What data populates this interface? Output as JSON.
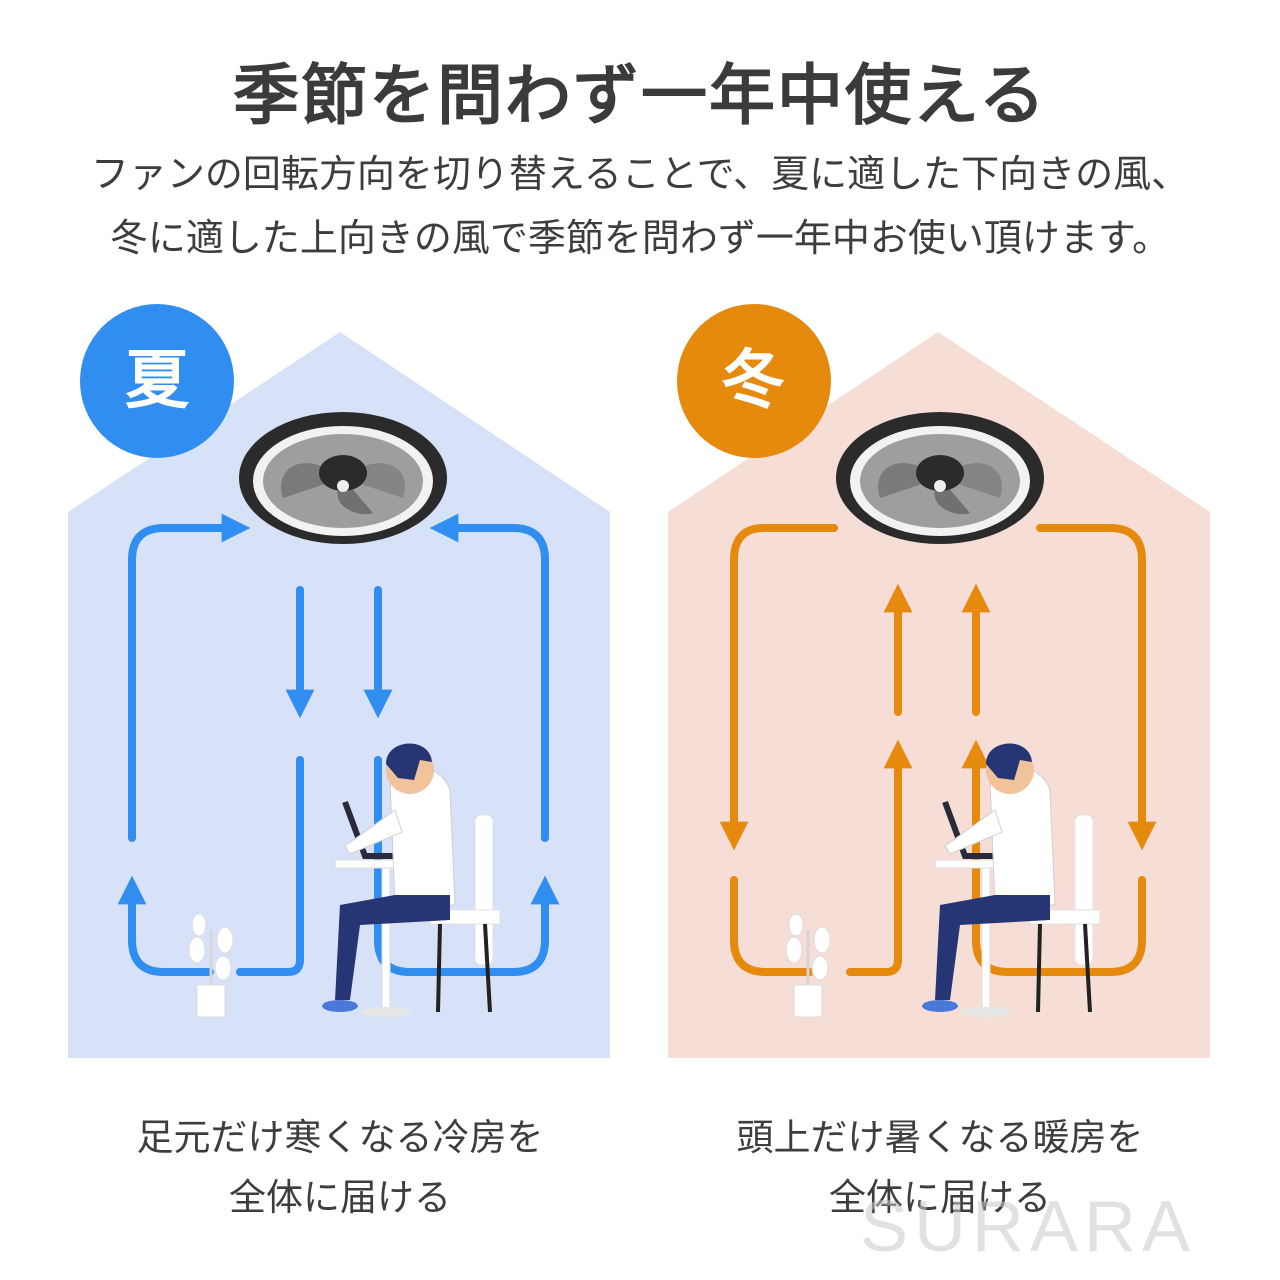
{
  "header": {
    "title": "季節を問わず一年中使える",
    "subtitle_lines": [
      "ファンの回転方向を切り替えることで、夏に適した下向きの風、",
      "冬に適した上向きの風で季節を問わず一年中お使い頂けます。"
    ]
  },
  "panels": {
    "summer": {
      "badge": "夏",
      "caption_lines": [
        "足元だけ寒くなる冷房を",
        "全体に届ける"
      ],
      "color": "#2f8ef0",
      "background": "#d7e2f8"
    },
    "winter": {
      "badge": "冬",
      "caption_lines": [
        "頭上だけ暑くなる暖房を",
        "全体に届ける"
      ],
      "color": "#e58a0c",
      "background": "#f6ddd6"
    }
  },
  "watermark": "SURARA",
  "icons": [
    "ceiling-fan-icon",
    "person-at-desk-icon",
    "plant-icon",
    "airflow-arrow-icon"
  ]
}
